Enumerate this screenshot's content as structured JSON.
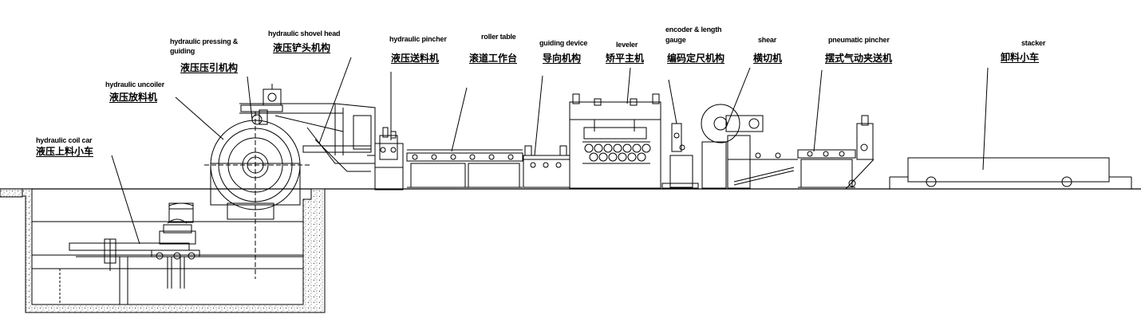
{
  "labels": {
    "coil_car": {
      "en": "hydraulic coil car",
      "zh": "液压上料小车"
    },
    "uncoiler": {
      "en": "hydraulic uncoiler",
      "zh": "液压放料机"
    },
    "pressing": {
      "en": "hydraulic pressing &",
      "en2": "guiding",
      "zh": "液压压引机构"
    },
    "shovel": {
      "en": "hydraulic shovel head",
      "zh": "液压铲头机构"
    },
    "pincher": {
      "en": "hydraulic pincher",
      "zh": "液压送料机"
    },
    "roller": {
      "en": "roller table",
      "zh": "滚道工作台"
    },
    "guiding": {
      "en": "guiding device",
      "zh": "导向机构"
    },
    "leveler": {
      "en": "leveler",
      "zh": "矫平主机"
    },
    "encoder": {
      "en": "encoder & length",
      "en2": "gauge",
      "zh": "编码定尺机构"
    },
    "shear": {
      "en": "shear",
      "zh": "横切机"
    },
    "pneumatic": {
      "en": "pneumatic pincher",
      "zh": "摆式气动夹送机"
    },
    "stacker": {
      "en": "stacker",
      "zh": "卸料小车"
    }
  },
  "colors": {
    "line": "#000000",
    "background": "#ffffff",
    "concrete": "#9a9a9a"
  }
}
